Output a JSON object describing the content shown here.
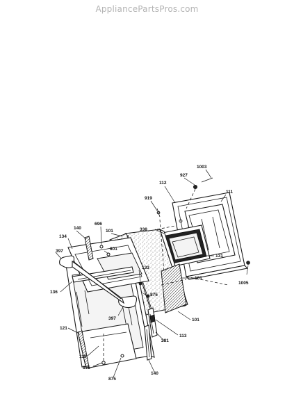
{
  "watermark": "AppliancePartsPros.com",
  "callouts": {
    "c1003": "1003",
    "c927": "927",
    "c112": "112",
    "c111": "111",
    "c919": "919",
    "c696": "696",
    "c140a": "140",
    "c134": "134",
    "c101a": "101",
    "c338": "338",
    "c801": "801",
    "c397a": "397",
    "c131": "131",
    "c133": "133",
    "c101b": "101",
    "c1005": "1005",
    "c136": "136",
    "c875a": "875",
    "c397b": "397",
    "c101c": "101",
    "c121": "121",
    "c113": "113",
    "c281": "281",
    "c119": "119",
    "c875b": "875",
    "c875c": "875",
    "c140b": "140"
  }
}
